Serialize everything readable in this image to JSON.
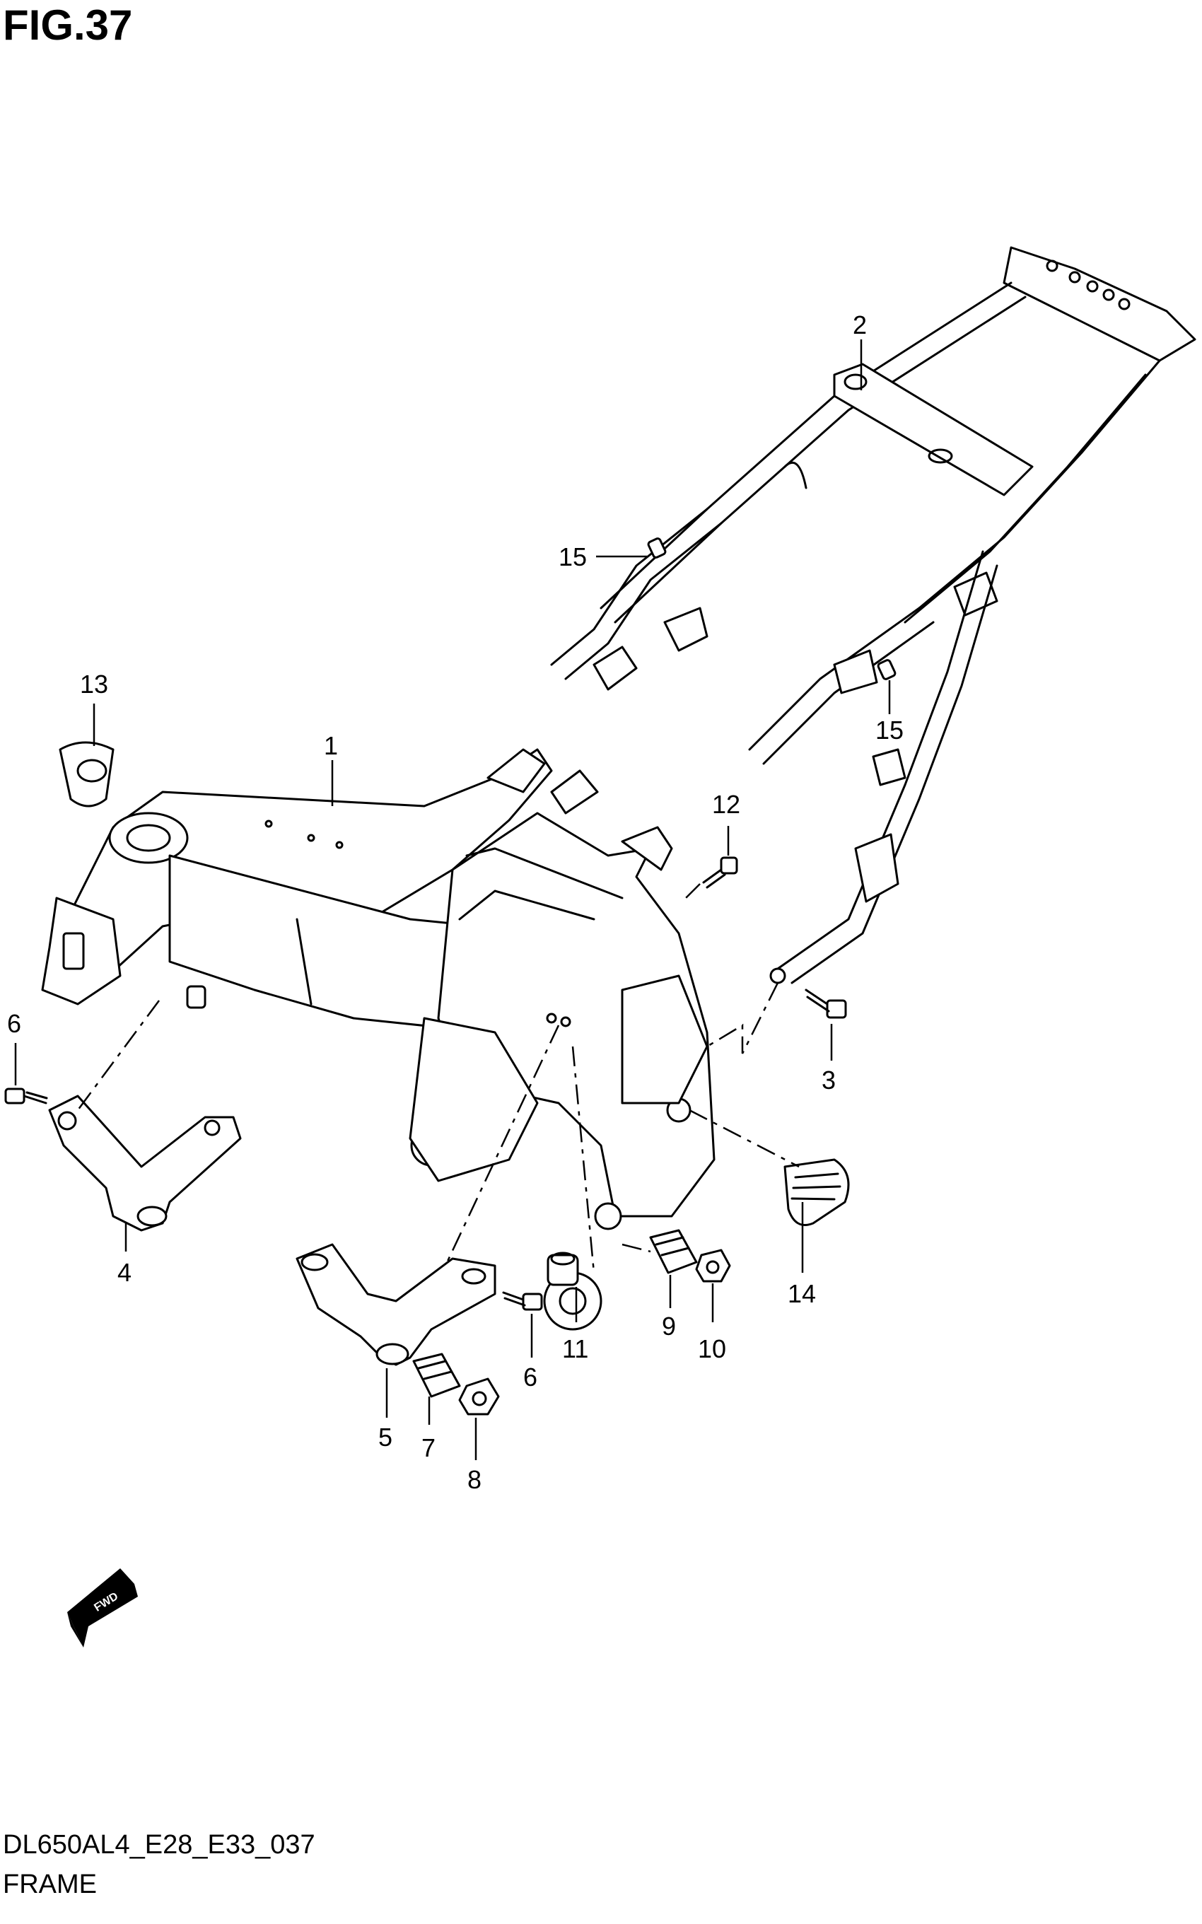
{
  "figure": {
    "title": "FIG.37",
    "model_code": "DL650AL4_E28_E33_037",
    "section_name": "FRAME"
  },
  "fwd_marker": {
    "label": "FWD"
  },
  "callouts": [
    {
      "id": "c1",
      "label": "1"
    },
    {
      "id": "c2",
      "label": "2"
    },
    {
      "id": "c3",
      "label": "3"
    },
    {
      "id": "c4",
      "label": "4"
    },
    {
      "id": "c5",
      "label": "5"
    },
    {
      "id": "c6a",
      "label": "6"
    },
    {
      "id": "c6b",
      "label": "6"
    },
    {
      "id": "c7",
      "label": "7"
    },
    {
      "id": "c8",
      "label": "8"
    },
    {
      "id": "c9",
      "label": "9"
    },
    {
      "id": "c10",
      "label": "10"
    },
    {
      "id": "c11",
      "label": "11"
    },
    {
      "id": "c12",
      "label": "12"
    },
    {
      "id": "c13",
      "label": "13"
    },
    {
      "id": "c14",
      "label": "14"
    },
    {
      "id": "c15a",
      "label": "15"
    },
    {
      "id": "c15b",
      "label": "15"
    }
  ]
}
